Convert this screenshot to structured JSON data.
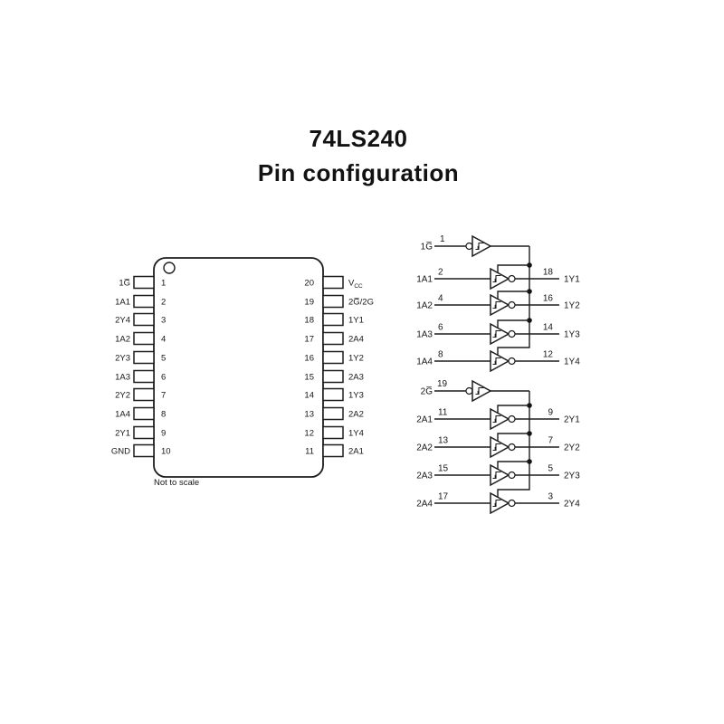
{
  "page": {
    "title_line1": "74LS240",
    "title_line2": "Pin configuration"
  },
  "colors": {
    "ink": "#1d1d1d",
    "background": "#ffffff"
  },
  "ic_package": {
    "note": "Not to scale",
    "left_pins": [
      {
        "label": "1G̅",
        "number": "1"
      },
      {
        "label": "1A1",
        "number": "2"
      },
      {
        "label": "2Y4",
        "number": "3"
      },
      {
        "label": "1A2",
        "number": "4"
      },
      {
        "label": "2Y3",
        "number": "5"
      },
      {
        "label": "1A3",
        "number": "6"
      },
      {
        "label": "2Y2",
        "number": "7"
      },
      {
        "label": "1A4",
        "number": "8"
      },
      {
        "label": "2Y1",
        "number": "9"
      },
      {
        "label": "GND",
        "number": "10"
      }
    ],
    "right_pins": [
      {
        "number": "20",
        "label": "V",
        "label_sub": "CC"
      },
      {
        "number": "19",
        "label": "2G̅/2G"
      },
      {
        "number": "18",
        "label": "1Y1"
      },
      {
        "number": "17",
        "label": "2A4"
      },
      {
        "number": "16",
        "label": "1Y2"
      },
      {
        "number": "15",
        "label": "2A3"
      },
      {
        "number": "14",
        "label": "1Y3"
      },
      {
        "number": "13",
        "label": "2A2"
      },
      {
        "number": "12",
        "label": "1Y4"
      },
      {
        "number": "11",
        "label": "2A1"
      }
    ]
  },
  "logic_diagram": {
    "groups": [
      {
        "enable_label": "1G̅",
        "enable_pin": "1",
        "gates": [
          {
            "input": "1A1",
            "input_pin": "2",
            "output_pin": "18",
            "output": "1Y1"
          },
          {
            "input": "1A2",
            "input_pin": "4",
            "output_pin": "16",
            "output": "1Y2"
          },
          {
            "input": "1A3",
            "input_pin": "6",
            "output_pin": "14",
            "output": "1Y3"
          },
          {
            "input": "1A4",
            "input_pin": "8",
            "output_pin": "12",
            "output": "1Y4"
          }
        ]
      },
      {
        "enable_label": "2G̅",
        "enable_pin": "19",
        "gates": [
          {
            "input": "2A1",
            "input_pin": "11",
            "output_pin": "9",
            "output": "2Y1"
          },
          {
            "input": "2A2",
            "input_pin": "13",
            "output_pin": "7",
            "output": "2Y2"
          },
          {
            "input": "2A3",
            "input_pin": "15",
            "output_pin": "5",
            "output": "2Y3"
          },
          {
            "input": "2A4",
            "input_pin": "17",
            "output_pin": "3",
            "output": "2Y4"
          }
        ]
      }
    ]
  }
}
